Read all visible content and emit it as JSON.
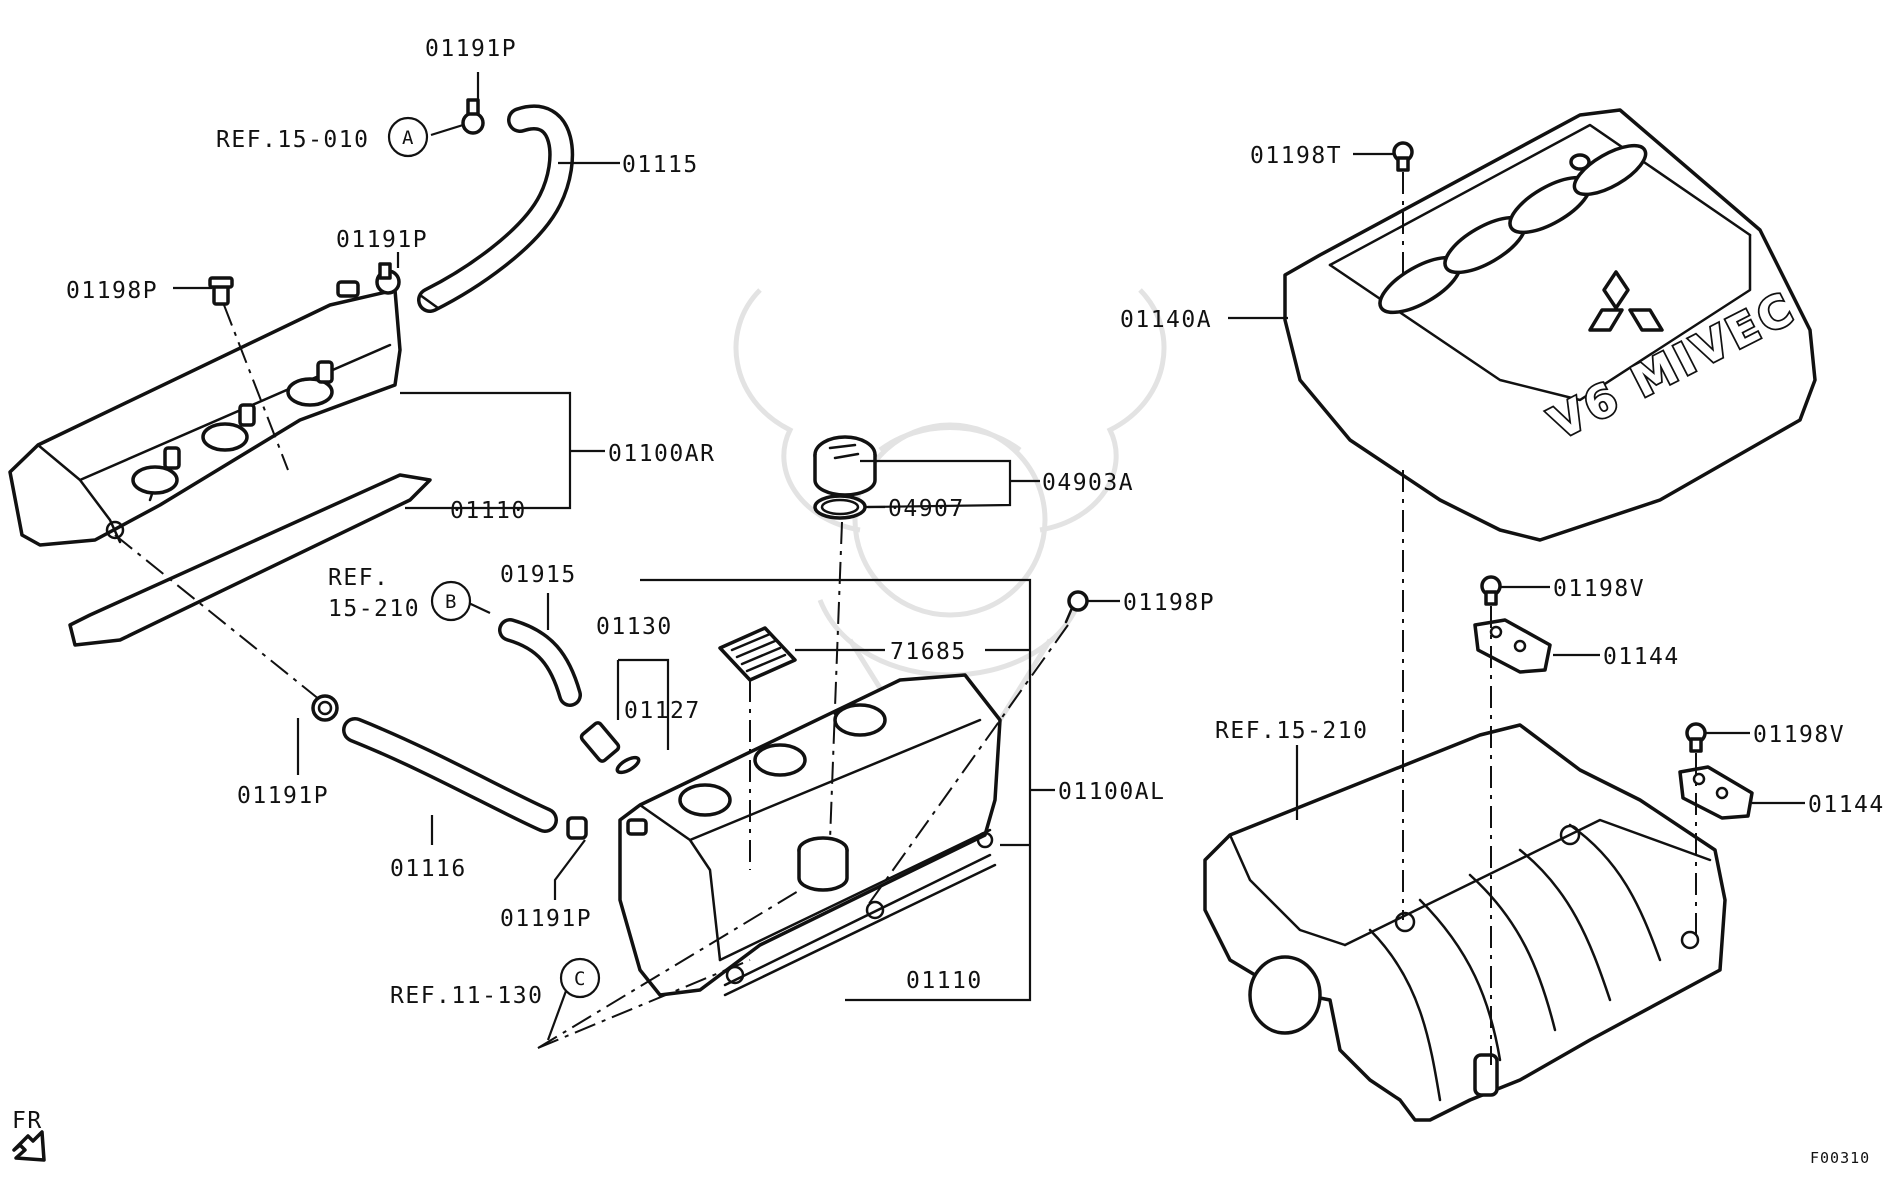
{
  "labels": {
    "p01191p_top": "01191P",
    "ref15010": "REF.15-010",
    "p01115": "01115",
    "p01191p_mid": "01191P",
    "p01198p_left": "01198P",
    "p01100ar": "01100AR",
    "p01110_top": "01110",
    "ref_b_line1": "REF.",
    "ref_b_line2": "15-210",
    "p01915": "01915",
    "p01130": "01130",
    "p01127": "01127",
    "p01191p_left": "01191P",
    "p01116": "01116",
    "p01191p_bottom": "01191P",
    "ref11130": "REF.11-130",
    "p04903a": "04903A",
    "p04907": "04907",
    "p71685": "71685",
    "p01198p_right": "01198P",
    "p01100al": "01100AL",
    "p01110_bottom": "01110",
    "p01198t": "01198T",
    "p01140a": "01140A",
    "p01198v_top": "01198V",
    "p01144_top": "01144",
    "ref15210": "REF.15-210",
    "p01198v_bottom": "01198V",
    "p01144_bottom": "01144",
    "fr": "FR",
    "figure_code": "F00310"
  },
  "callouts": {
    "a": "A",
    "b": "B",
    "c": "C"
  },
  "logo_text": "V6 MIVEC",
  "colors": {
    "line": "#111111",
    "background": "#ffffff",
    "watermark": "#e3e3e3"
  }
}
